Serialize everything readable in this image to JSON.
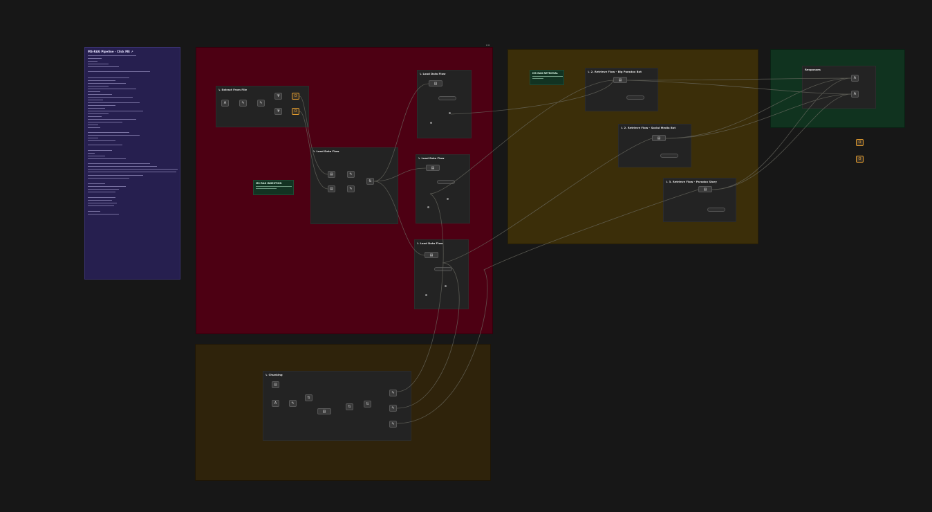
{
  "groups": {
    "red": {
      "color": "#4d0013"
    },
    "olive": {
      "color": "#3b2e09"
    },
    "green": {
      "color": "#10331f"
    },
    "brown": {
      "color": "#2f230b"
    }
  },
  "note": {
    "title": "MS-RAG Pipeline - Click ME ↗"
  },
  "sticky_notes": {
    "ingestion": "MS-RAG INGESTION",
    "retrieval": "MS-RAG RETRIEVAL"
  },
  "subgraphs": {
    "extract": "↳ Extract From File",
    "load_top": "↳ Load Data Flow",
    "load_center": "↳ Load Data Flow",
    "load_mid": "↳ Load Data Flow",
    "load_bottom": "↳ Load Data Flow",
    "retrieve_big": "↳ 2. Retrieve Flow - Big Paradox Bot",
    "retrieve_social": "↳ 2. Retrieve Flow - Social Media Bot",
    "retrieve_paradox": "↳ 3. Retrieve Flow - Paradox Story",
    "responses": "Responses",
    "chunking": "↳ Chunking"
  },
  "icons": {
    "text": "text-A-icon",
    "edit": "pencil-icon",
    "filter": "filter-icon",
    "output": "output-ring-icon",
    "input": "file-icon",
    "sort": "sort-icon"
  }
}
